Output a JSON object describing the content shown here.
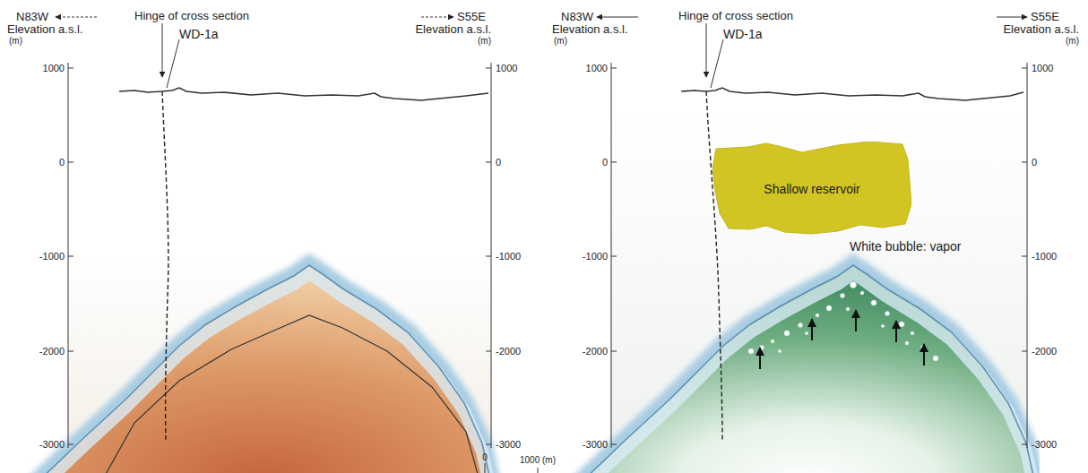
{
  "diagram": {
    "nodes": [
      {
        "text": [
          "Shallow reservoir"
        ]
      }
    ],
    "labels": [
      "N83W",
      "Hinge of cross section",
      "S55E",
      "Elevation a.s.l.",
      "(m)",
      "1000",
      "0",
      "-1000",
      "-2000",
      "-3000",
      "Elevation a.s.l.",
      "(m)",
      "1000",
      "0",
      "-1000",
      "-2000",
      "-3000",
      "WD-1a",
      "N83W",
      "Hinge of cross section",
      "S55E",
      "Elevation a.s.l.",
      "(m)",
      "1000",
      "0",
      "-1000",
      "-2000",
      "-3000",
      "Elevation a.s.l.",
      "(m)",
      "1000",
      "0",
      "-1000",
      "-2000",
      "-3000",
      "WD-1a",
      "White bubble: vapor",
      "0",
      "1000 (m)"
    ]
  }
}
